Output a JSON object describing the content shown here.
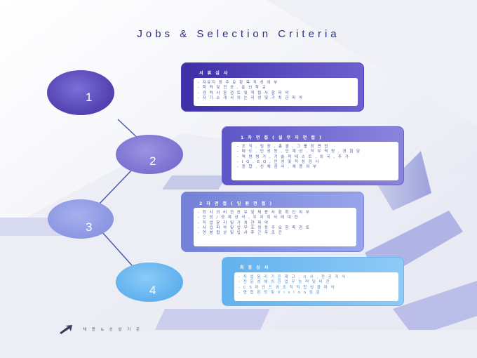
{
  "title": "Jobs & Selection Criteria",
  "nodes": [
    {
      "label": "1"
    },
    {
      "label": "2"
    },
    {
      "label": "3"
    },
    {
      "label": "4"
    }
  ],
  "boxes": [
    {
      "heading": "서 류 심 사",
      "items": [
        "- 자유지 원 주 요 항 목 작 성 여 부",
        "- 학 력 및 전 공 , 출 신 학 교",
        "- 경 력 사 항 검 토 및 적 합 사 항 파 악",
        "- 자 기 소 개 서 의 논 리 성 및 가 치 관 파 악"
      ]
    },
    {
      "heading": "1 차 면 접 ( 실 무 자 면 접 )",
      "items": [
        "- 조 직 , 팀 장 , 총 괄 , 그 룹 장 면 접",
        "- 태 도 , 인 성 등 , 인 재 상 , 직 무 역 량 , 경 험 담",
        "- 역 량 평 가 , 기 술 적 테 스 트 , 외 국 , 추 가",
        "- I Q , E Q , 인 성 및 적 성 검 사",
        "- 종 합 , 신 체 검 사 , 채 용 여 부"
      ]
    },
    {
      "heading": "2 차 면 접 ( 임 원 면 접 )",
      "items": [
        "- 회 사 의 비 전 공 유 및 채 용 사 항 확 인 여 부",
        "- 인 성 / 경 제 상 식 , 우 리 회 사 에 대 한",
        "- 직 업 윤 리 및 가 치 관 파 악",
        "- 사 업 파 악 및 업 무 조 정 등 주 요 항 목 검 토",
        "- 연 봉 협 상 및 입 사 후 근 무 조 건"
      ]
    },
    {
      "heading": "최 종 심 사",
      "items": [
        "- 직 업 윤 리 기 준 제 고 , 시 사 , 전 공 지 식",
        "- 전 문 성 에 의 한 업 무 능 력 및 비 전",
        "- C S 마 인 드 와 조 직 적 합 성 을 파 악",
        "- 종 합 판 정 및 V i s i o n 점 검"
      ]
    }
  ],
  "footer": {
    "text": "채 용 & 선 발 기 준"
  },
  "colors": {
    "title": "#2a2f7a",
    "box_border": "#5a5fc8",
    "node1": "#5b4fbf",
    "node4": "#5eb4ef"
  }
}
